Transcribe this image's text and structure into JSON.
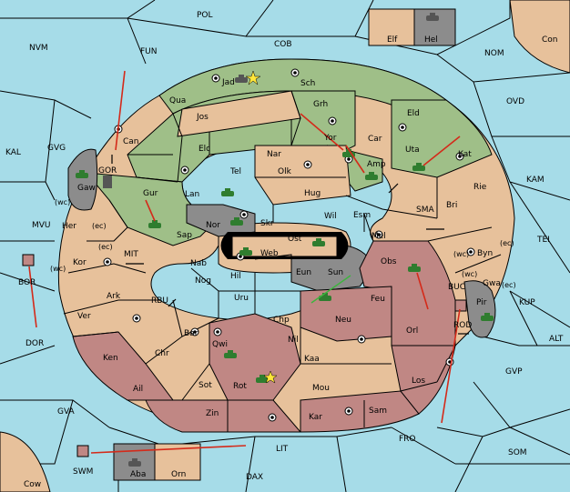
{
  "colors": {
    "sea": "#a6dce8",
    "land": "#e7c19b",
    "green": "#9fbf88",
    "red": "#c08784",
    "gray": "#8c8c8c",
    "order_arrow": "#d42a1a",
    "support_arrow": "#3db53d"
  },
  "sea_labels": {
    "pol": "POL",
    "nvm": "NVM",
    "fun": "FUN",
    "cob": "COB",
    "nom": "NOM",
    "ovd": "OVD",
    "kal": "KAL",
    "gvg": "GVG",
    "kam": "KAM",
    "mvu": "MVU",
    "tei": "TEI",
    "sma": "SMA",
    "mit": "MIT",
    "rbu": "RBU",
    "kup": "KUP",
    "buc": "BUC",
    "alt": "ALT",
    "dor": "DOR",
    "gvp": "GVP",
    "gva": "GVA",
    "fro": "FRO",
    "som": "SOM",
    "lit": "LIT",
    "dax": "DAX",
    "swm": "SWM",
    "rod": "ROD"
  },
  "land_labels": {
    "elf": "Elf",
    "hel": "Hel",
    "con": "Con",
    "jad": "Jad",
    "sch": "Sch",
    "qua": "Qua",
    "jos": "Jos",
    "grh": "Grh",
    "eld": "Eld",
    "can": "Can",
    "yor": "Yor",
    "car": "Car",
    "uta": "Uta",
    "kat": "Kat",
    "elc": "Elc",
    "nar": "Nar",
    "amp": "Amp",
    "gor": "GOR",
    "tel": "Tel",
    "olk": "Olk",
    "gaw": "Gaw",
    "gur": "Gur",
    "lan": "Lan",
    "hug": "Hug",
    "rie": "Rie",
    "bri": "Bri",
    "wil": "Wil",
    "esm": "Esm",
    "nor": "Nor",
    "skr": "Skr",
    "ost": "Ost",
    "her": "Her",
    "sap": "Sap",
    "web": "Web",
    "mel": "Mel",
    "byn": "Byn",
    "kor": "Kor",
    "nab": "Nab",
    "eun": "Eun",
    "obs": "Obs",
    "gwa": "Gwa",
    "sun": "Sun",
    "pir": "Pir",
    "hil": "Hil",
    "nog": "Nog",
    "ark": "Ark",
    "uru": "Uru",
    "feu": "Feu",
    "bor": "BOR",
    "ver": "Ver",
    "chp": "Chp",
    "neu": "Neu",
    "orl": "Orl",
    "bar": "Bar",
    "qwi": "Qwi",
    "nil": "Nil",
    "ken": "Ken",
    "chr": "Chr",
    "kaa": "Kaa",
    "ail": "Ail",
    "sot": "Sot",
    "rot": "Rot",
    "mou": "Mou",
    "los": "Los",
    "zin": "Zin",
    "kar": "Kar",
    "sam": "Sam",
    "cow": "Cow",
    "aba": "Aba",
    "orn": "Orn"
  },
  "coast_labels": {
    "gaw_wc": "(wc)",
    "her_ec": "(ec)",
    "kor_ec": "(ec)",
    "kor_wc": "(wc)",
    "byn_wc": "(wc)",
    "byn_ec": "(ec)",
    "gwa_ec": "(ec)",
    "gwa_wc": "(wc)"
  }
}
